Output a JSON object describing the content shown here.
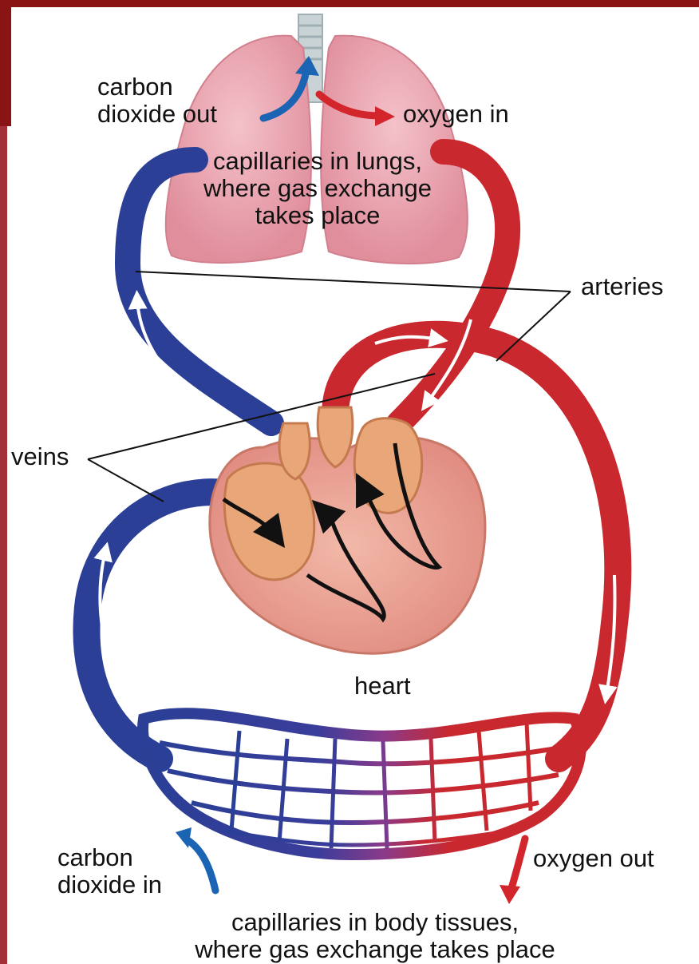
{
  "labels": {
    "co2_out": [
      "carbon",
      "dioxide out"
    ],
    "oxygen_in": "oxygen in",
    "lung_capillaries": [
      "capillaries in lungs,",
      "where gas exchange",
      "takes place"
    ],
    "arteries": "arteries",
    "veins": "veins",
    "heart": "heart",
    "co2_in": [
      "carbon",
      "dioxide in"
    ],
    "oxygen_out": "oxygen out",
    "body_capillaries": [
      "capillaries in body tissues,",
      "where gas exchange takes place"
    ]
  },
  "colors": {
    "frame": "#8a1414",
    "frame_side": "#a3313a",
    "vein_blue": "#2a3f95",
    "artery_red": "#c8282e",
    "lung_pink": "#eaa3ae",
    "heart_tan": "#e9a678",
    "flow_arrow": "#111111"
  },
  "icons": [
    "blue-arrow-icon",
    "red-arrow-icon",
    "flow-arrow-icon"
  ]
}
